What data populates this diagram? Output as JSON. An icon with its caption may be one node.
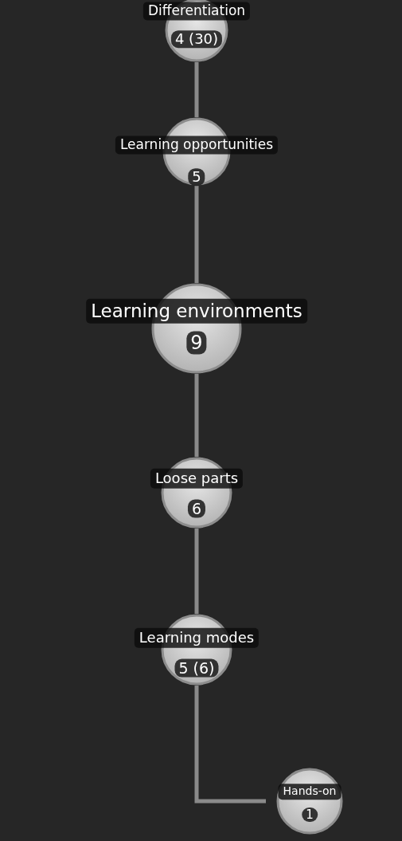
{
  "diagram": {
    "nodes": [
      {
        "text": [
          "Differentiation",
          "4 (30)"
        ]
      },
      {
        "text": [
          "Learning opportunities",
          "5"
        ]
      },
      {
        "text": [
          "Learning environments",
          "9"
        ]
      },
      {
        "text": [
          "Loose parts",
          "6"
        ]
      },
      {
        "text": [
          "Learning modes",
          "5 (6)"
        ]
      },
      {
        "text": [
          "Hands-on",
          "1"
        ]
      }
    ],
    "edges": [
      {
        "from": 0,
        "to": 1,
        "arrow": "none"
      },
      {
        "from": 1,
        "to": 2,
        "arrow": "none"
      },
      {
        "from": 2,
        "to": 3,
        "arrow": "none"
      },
      {
        "from": 3,
        "to": 4,
        "arrow": "none"
      },
      {
        "from": 4,
        "to": 5,
        "arrow": "none"
      }
    ]
  }
}
